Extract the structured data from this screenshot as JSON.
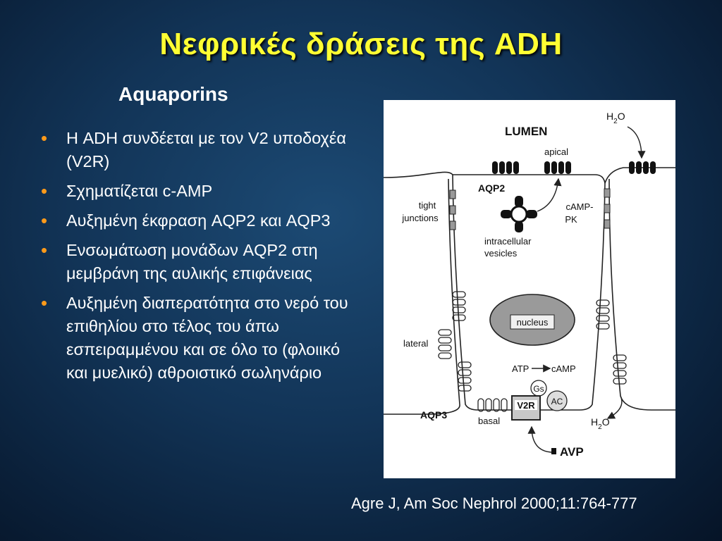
{
  "slide": {
    "title": "Νεφρικές δράσεις της ADH",
    "subtitle": "Aquaporins",
    "bullets": [
      "Η ADH συνδέεται με τον V2 υποδοχέα (V2R)",
      "Σχηματίζεται c-AMP",
      "Αυξημένη έκφραση  AQP2  και AQP3",
      "Ενσωμάτωση μονάδων  AQP2 στη μεμβράνη της αυλικής επιφάνειας",
      " Αυξημένη διαπερατότητα στο νερό του επιθηλίου στο τέλος του άπω εσπειραμμένου και σε όλο το (φλοιικό και μυελικό) αθροιστικό σωληνάριο"
    ],
    "citation": "Agre J, Am Soc Nephrol 2000;11:764-777"
  },
  "diagram": {
    "lumen": "LUMEN",
    "apical": "apical",
    "h2o_top": "H",
    "h2o_sub": "2",
    "h2o_o": "O",
    "aqp2": "AQP2",
    "tight1": "tight",
    "tight2": "junctions",
    "camp_pk1": "cAMP-",
    "camp_pk2": "PK",
    "vesicles1": "intracellular",
    "vesicles2": "vesicles",
    "nucleus": "nucleus",
    "lateral": "lateral",
    "atp": "ATP",
    "camp": "cAMP",
    "gs": "Gs",
    "ac": "AC",
    "v2r": "V2R",
    "aqp3": "AQP3",
    "basal": "basal",
    "avp": "AVP"
  },
  "colors": {
    "title": "#ffff33",
    "bullet": "#ff9a1a",
    "text": "#ffffff",
    "nucleus_fill": "#9a9a9a",
    "v2r_fill": "#c8c8c8"
  }
}
